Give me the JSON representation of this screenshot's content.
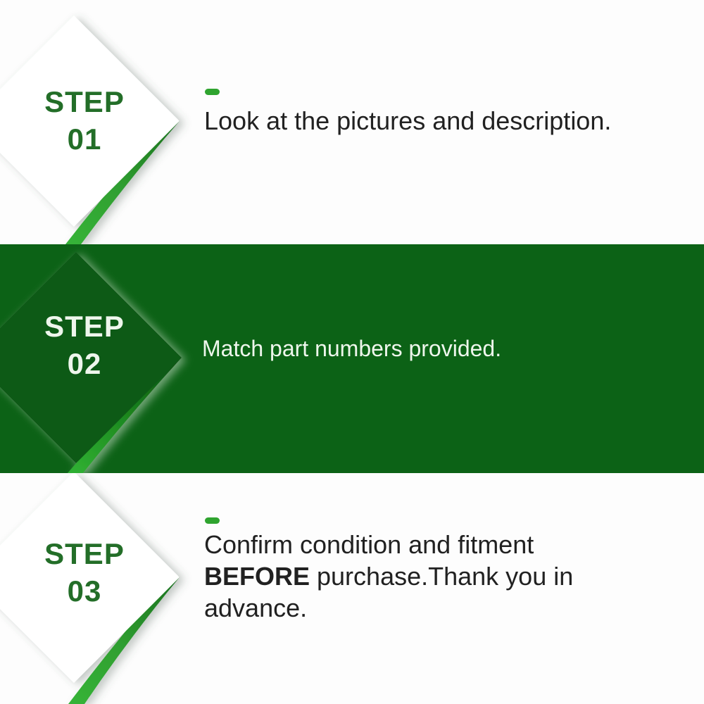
{
  "colors": {
    "band": "#0c6216",
    "accent": "#2fa42f",
    "step-text": "#236e28",
    "body-text": "#212121",
    "band-text": "#eef6ec"
  },
  "steps": [
    {
      "label": "STEP",
      "number": "01",
      "description": "Look at the pictures and description."
    },
    {
      "label": "STEP",
      "number": "02",
      "description": "Match part numbers provided."
    },
    {
      "label": "STEP",
      "number": "03",
      "description_prefix": "Confirm condition and fitment ",
      "description_emphasis": "BEFORE",
      "description_suffix": " purchase.Thank you in advance."
    }
  ]
}
